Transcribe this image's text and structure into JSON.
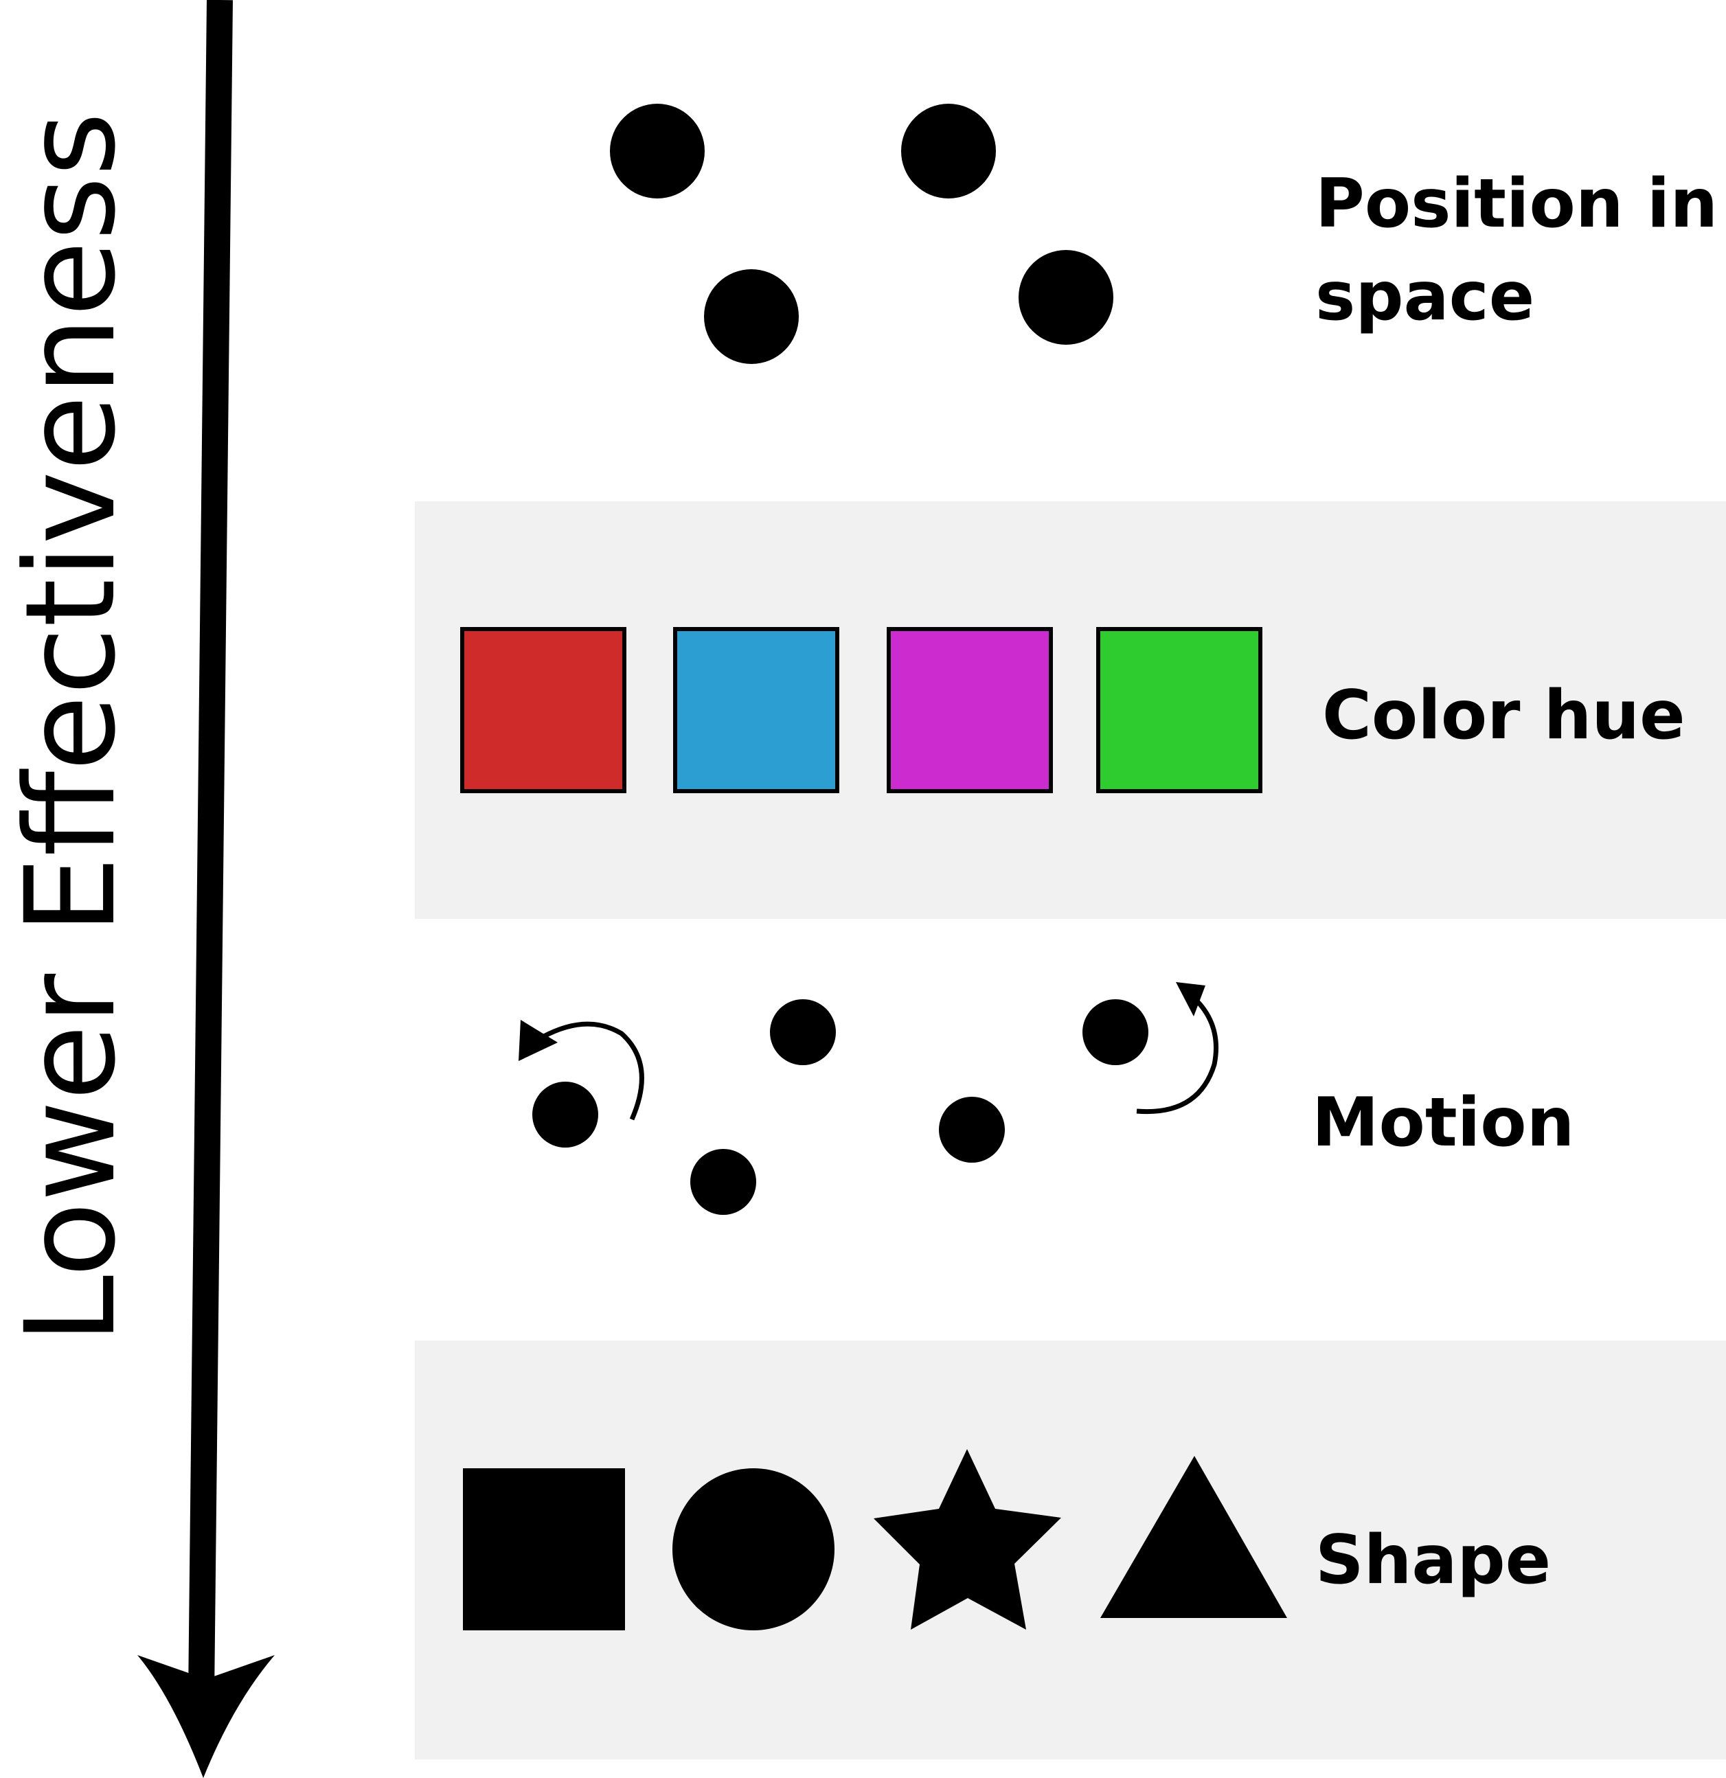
{
  "axis": {
    "label": "Lower Effectiveness",
    "direction": "down"
  },
  "rows": [
    {
      "id": "position",
      "label_lines": [
        "Position in",
        "space"
      ],
      "shaded": false
    },
    {
      "id": "color",
      "label_lines": [
        "Color hue"
      ],
      "shaded": true
    },
    {
      "id": "motion",
      "label_lines": [
        "Motion"
      ],
      "shaded": false
    },
    {
      "id": "shape",
      "label_lines": [
        "Shape"
      ],
      "shaded": true
    }
  ],
  "colors": {
    "band": "#f1f1f1",
    "ink": "#000000",
    "swatches": [
      "#d02b2b",
      "#2c9ed1",
      "#cc2ccf",
      "#2ecc2f"
    ]
  },
  "shapes": [
    "square",
    "circle",
    "star",
    "triangle"
  ]
}
